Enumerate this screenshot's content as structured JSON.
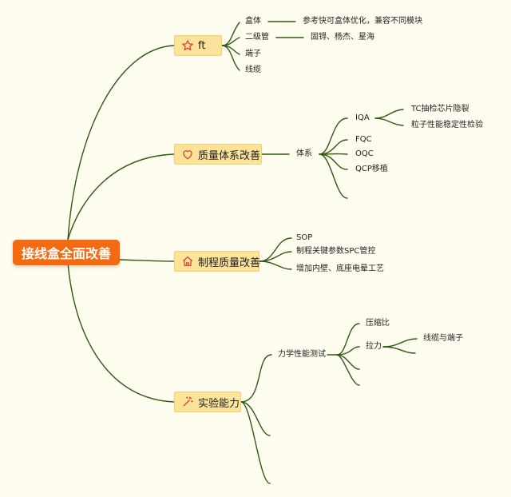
{
  "root": {
    "label": "接线盒全面改善"
  },
  "branches": [
    {
      "label": "ft",
      "icon": "star-icon",
      "children": [
        {
          "label": "盒体",
          "note": "参考快可盒体优化，兼容不同模块"
        },
        {
          "label": "二级管",
          "note": "固锝、杨杰、星海"
        },
        {
          "label": "端子"
        },
        {
          "label": "线缆"
        }
      ]
    },
    {
      "label": "质量体系改善",
      "icon": "heart-icon",
      "hub": "体系",
      "children": [
        {
          "label": "IQA",
          "subs": [
            "TC抽检芯片隐裂",
            "粒子性能稳定性检验"
          ]
        },
        {
          "label": "FQC"
        },
        {
          "label": "OQC"
        },
        {
          "label": "QCP移植"
        },
        {
          "label": ""
        }
      ]
    },
    {
      "label": "制程质量改善",
      "icon": "home-icon",
      "children": [
        {
          "label": "SOP"
        },
        {
          "label": "制程关键参数SPC管控"
        },
        {
          "label": "增加内壁、底座电晕工艺"
        }
      ]
    },
    {
      "label": "实验能力",
      "icon": "wand-icon",
      "hub": "力学性能测试",
      "children": [
        {
          "label": "压缩比"
        },
        {
          "label": "拉力",
          "subs": [
            "线缆与端子"
          ]
        },
        {
          "label": ""
        },
        {
          "label": ""
        }
      ],
      "empty_tails": 2
    }
  ],
  "colors": {
    "line": "#2f5a12",
    "root_bg": "#f26a12",
    "branch_bg": "#fbe39a",
    "icon": "#e0352b"
  }
}
